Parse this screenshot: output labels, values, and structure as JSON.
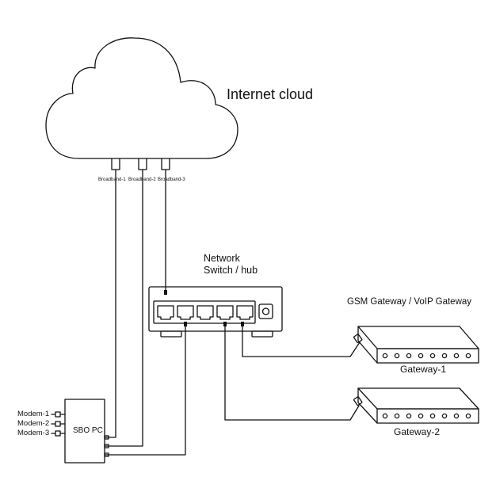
{
  "cloud": {
    "title": "Internet cloud",
    "broadband_labels": [
      "Broadband-1",
      "Broadband-2",
      "Broadband-3"
    ]
  },
  "switch": {
    "title_line1": "Network",
    "title_line2": "Switch / hub"
  },
  "gateways": {
    "group_label": "GSM Gateway / VoIP Gateway",
    "gateway1": "Gateway-1",
    "gateway2": "Gateway-2"
  },
  "pc": {
    "label": "SBO PC",
    "modems": [
      "Modem-1",
      "Modem-2",
      "Modem-3"
    ]
  },
  "colors": {
    "line": "#111111",
    "background": "#ffffff"
  }
}
